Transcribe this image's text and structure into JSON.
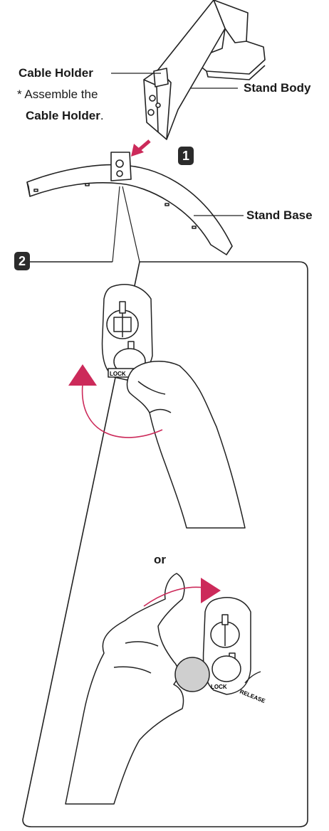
{
  "labels": {
    "cable_holder": "Cable Holder",
    "assemble_prefix": "* Assemble the",
    "assemble_target": "Cable Holder",
    "assemble_suffix": ".",
    "stand_body": "Stand Body",
    "stand_base": "Stand Base",
    "or": "or"
  },
  "steps": {
    "step1": "1",
    "step2": "2"
  },
  "marks": {
    "lock": "LOCK",
    "release": "RELEASE"
  },
  "colors": {
    "accent": "#cc2a5a",
    "step_badge": "#2b2b2b",
    "line": "#222222"
  }
}
